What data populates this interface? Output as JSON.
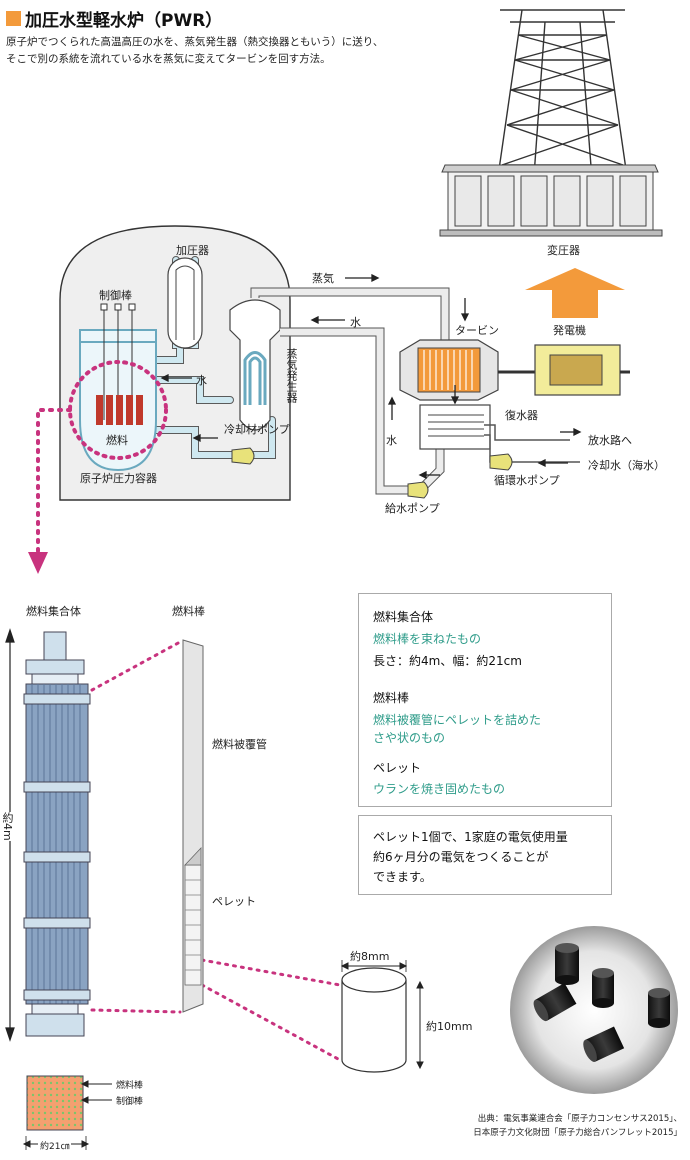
{
  "title": "加圧水型軽水炉（PWR）",
  "description": [
    "原子炉でつくられた高温高圧の水を、蒸気発生器（熱交換器ともいう）に送り、",
    "そこで別の系統を流れている水を蒸気に変えてタービンを回す方法。"
  ],
  "plant_labels": {
    "pressurizer": "加圧器",
    "control_rod": "制御棒",
    "steam": "蒸気",
    "water_top": "水",
    "water_left": "水",
    "water_return": "水",
    "turbine": "タービン",
    "generator": "発電機",
    "transformer": "変圧器",
    "steam_generator": "蒸気発生器",
    "fuel": "燃料",
    "reactor_vessel": "原子炉圧力容器",
    "coolant_pump": "冷却材ポンプ",
    "condenser": "復水器",
    "discharge": "放水路へ",
    "cooling_water": "冷却水（海水）",
    "circulation_pump": "循環水ポンプ",
    "feedwater_pump": "給水ポンプ"
  },
  "fuel_labels": {
    "assembly": "燃料集合体",
    "rod": "燃料棒",
    "cladding": "燃料被覆管",
    "pellet": "ペレット",
    "height": "約4m",
    "width": "約21㎝",
    "diameter": "約8mm",
    "pellet_height": "約10mm",
    "cross_rod": "燃料棒",
    "cross_control": "制御棒"
  },
  "info_box": {
    "h1": "燃料集合体",
    "g1": "燃料棒を束ねたもの",
    "t1": "長さ：約4m、幅：約21cm",
    "h2": "燃料棒",
    "g2a": "燃料被覆管にペレットを詰めた",
    "g2b": "さや状のもの",
    "h3": "ペレット",
    "g3": "ウランを焼き固めたもの"
  },
  "note_box": [
    "ペレット1個で、1家庭の電気使用量",
    "約6ヶ月分の電気をつくることが",
    "できます。"
  ],
  "source": [
    "出典：電気事業連合会「原子力コンセンサス2015」、",
    "日本原子力文化財団「原子力総合パンフレット2015」"
  ],
  "colors": {
    "accent_orange": "#f39a3b",
    "pipe_blue": "#cfe8f0",
    "fuel_red": "#c0392b",
    "dotted_magenta": "#c8337e",
    "text_green": "#2f9c8a"
  }
}
